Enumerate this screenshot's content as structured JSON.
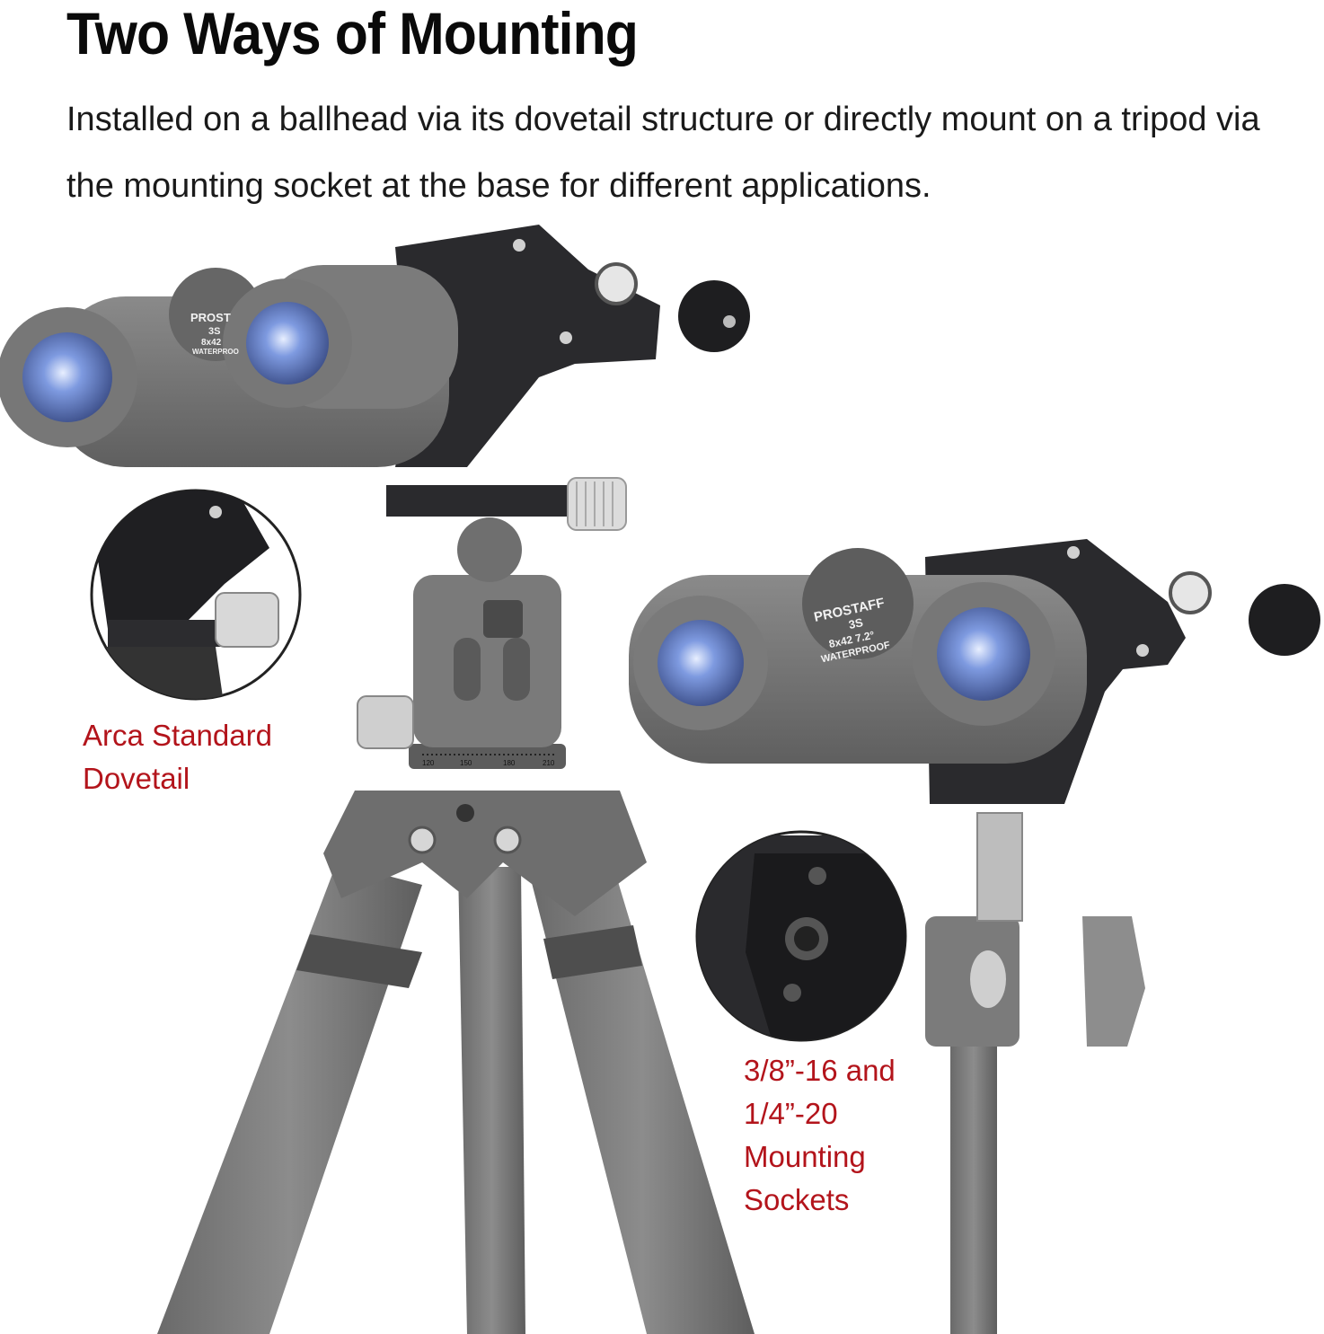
{
  "heading": {
    "title": "Two Ways of Mounting",
    "subtitle": "Installed on a ballhead via its dovetail structure or directly mount on a tripod via the mounting socket at the base for different applications."
  },
  "callouts": {
    "arca": {
      "lines": [
        "Arca Standard",
        "Dovetail"
      ]
    },
    "sockets": {
      "lines": [
        "3/8”-16 and",
        "1/4”-20",
        "Mounting",
        "Sockets"
      ]
    }
  },
  "binocular_labels": {
    "left": {
      "brand": "PROST",
      "model": "3S",
      "spec": "8x42",
      "feature": "WATERPROO"
    },
    "right": {
      "brand": "PROSTAFF",
      "model": "3S",
      "spec": "8x42  7.2°",
      "feature": "WATERPROOF"
    }
  },
  "scale_ticks": [
    "120",
    "150",
    "180",
    "210"
  ],
  "colors": {
    "callout": "#b3141b",
    "title": "#0a0a0a",
    "metal": "#2a2a2d",
    "body": "#7d7d7d",
    "lens": "#5b7fd6"
  }
}
